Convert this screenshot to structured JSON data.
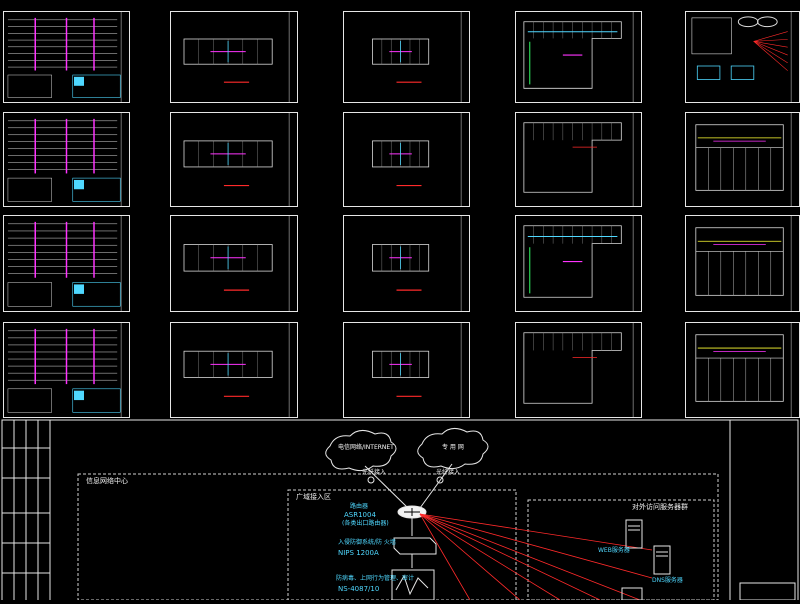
{
  "canvas": {
    "background": "#000000",
    "line_color": "#e6e6e6",
    "accent_colors": {
      "red": "#ff2a2a",
      "magenta": "#ff33ff",
      "cyan": "#4fd8ff",
      "green": "#33ff66",
      "yellow": "#ffff33"
    }
  },
  "sheets": [
    {
      "kind": "riser"
    },
    {
      "kind": "plan-small"
    },
    {
      "kind": "plan-tiny"
    },
    {
      "kind": "plan-color"
    },
    {
      "kind": "system"
    },
    {
      "kind": "riser"
    },
    {
      "kind": "plan-small"
    },
    {
      "kind": "plan-tiny"
    },
    {
      "kind": "plan-outline"
    },
    {
      "kind": "plan-grid"
    },
    {
      "kind": "riser"
    },
    {
      "kind": "plan-small"
    },
    {
      "kind": "plan-tiny"
    },
    {
      "kind": "plan-color"
    },
    {
      "kind": "plan-grid"
    },
    {
      "kind": "riser"
    },
    {
      "kind": "plan-small"
    },
    {
      "kind": "plan-tiny"
    },
    {
      "kind": "plan-outline"
    },
    {
      "kind": "plan-grid"
    }
  ],
  "network": {
    "cloud_internet": "电信网络/INTERNET",
    "cloud_private": "专 用 网",
    "label_left_conn": "光纤接入",
    "label_right_conn": "光纤接入",
    "center_label": "信息网络中心",
    "wan_zone_label": "广域接入区",
    "router_label": "路由器",
    "router_model": "ASR1004",
    "router_note": "(各类出口路由器)",
    "firewall_label": "入侵防御系统/防 火墙",
    "firewall_model": "NIPS 1200A",
    "security_label": "防病毒、上网行为管理、审计",
    "security_model": "NS-4087/10",
    "server_zone_label": "对外访问服务器群",
    "web_server": "WEB服务器",
    "dns_server": "DNS服务器"
  }
}
